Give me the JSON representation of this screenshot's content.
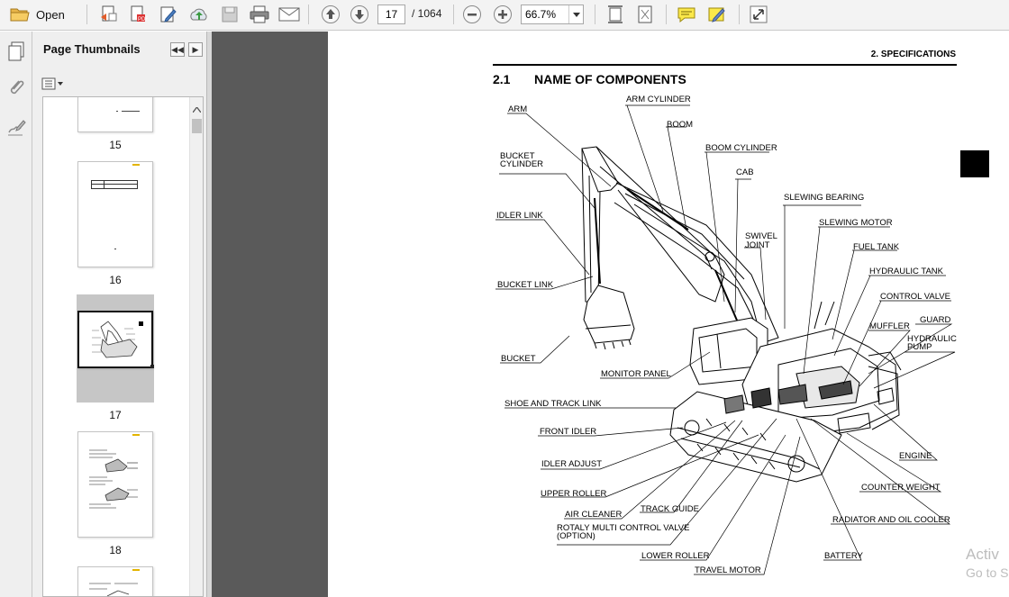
{
  "toolbar": {
    "open_label": "Open",
    "current_page": "17",
    "total_pages": "/ 1064",
    "zoom": "66.7%",
    "icons": [
      "open-folder-icon",
      "create-pdf-icon",
      "pdf-settings-icon",
      "edit-icon",
      "upload-icon",
      "save-icon",
      "print-icon",
      "email-icon",
      "page-up-icon",
      "page-down-icon",
      "zoom-out-icon",
      "zoom-in-icon",
      "scroll-mode-icon",
      "fit-page-icon",
      "comment-icon",
      "highlight-icon",
      "fullscreen-icon"
    ]
  },
  "sidebar": {
    "title": "Page Thumbnails",
    "thumbnails": [
      {
        "label": "15"
      },
      {
        "label": "16"
      },
      {
        "label": "17",
        "selected": true
      },
      {
        "label": "18"
      }
    ]
  },
  "document": {
    "header": "2. SPECIFICATIONS",
    "section_number": "2.1",
    "section_title": "NAME OF COMPONENTS",
    "labels": {
      "arm": "ARM",
      "arm_cylinder": "ARM CYLINDER",
      "boom": "BOOM",
      "boom_cylinder": "BOOM CYLINDER",
      "bucket_cylinder_1": "BUCKET",
      "bucket_cylinder_2": "CYLINDER",
      "cab": "CAB",
      "slewing_bearing": "SLEWING BEARING",
      "idler_link": "IDLER LINK",
      "swivel_joint_1": "SWIVEL",
      "swivel_joint_2": "JOINT",
      "slewing_motor": "SLEWING MOTOR",
      "fuel_tank": "FUEL TANK",
      "hydraulic_tank": "HYDRAULIC TANK",
      "bucket_link": "BUCKET LINK",
      "control_valve": "CONTROL VALVE",
      "muffler": "MUFFLER",
      "guard": "GUARD",
      "hydraulic_pump_1": "HYDRAULIC",
      "hydraulic_pump_2": "PUMP",
      "bucket": "BUCKET",
      "monitor_panel": "MONITOR PANEL",
      "shoe_and_track_link": "SHOE AND TRACK LINK",
      "front_idler": "FRONT IDLER",
      "engine": "ENGINE",
      "idler_adjust": "IDLER ADJUST",
      "counter_weight": "COUNTER WEIGHT",
      "upper_roller": "UPPER ROLLER",
      "track_guide": "TRACK GUIDE",
      "air_cleaner": "AIR CLEANER",
      "radiator_and_oil_cooler": "RADIATOR AND OIL COOLER",
      "rotaly_mcv_1": "ROTALY MULTI CONTROL VALVE",
      "rotaly_mcv_2": "(OPTION)",
      "lower_roller": "LOWER ROLLER",
      "battery": "BATTERY",
      "travel_motor": "TRAVEL MOTOR"
    }
  },
  "watermark": {
    "line1": "Activ",
    "line2": "Go to S"
  },
  "colors": {
    "toolbar_bg": "#f3f3f3",
    "doc_bg": "#5a5a5a",
    "selection": "#c6c6c6"
  }
}
